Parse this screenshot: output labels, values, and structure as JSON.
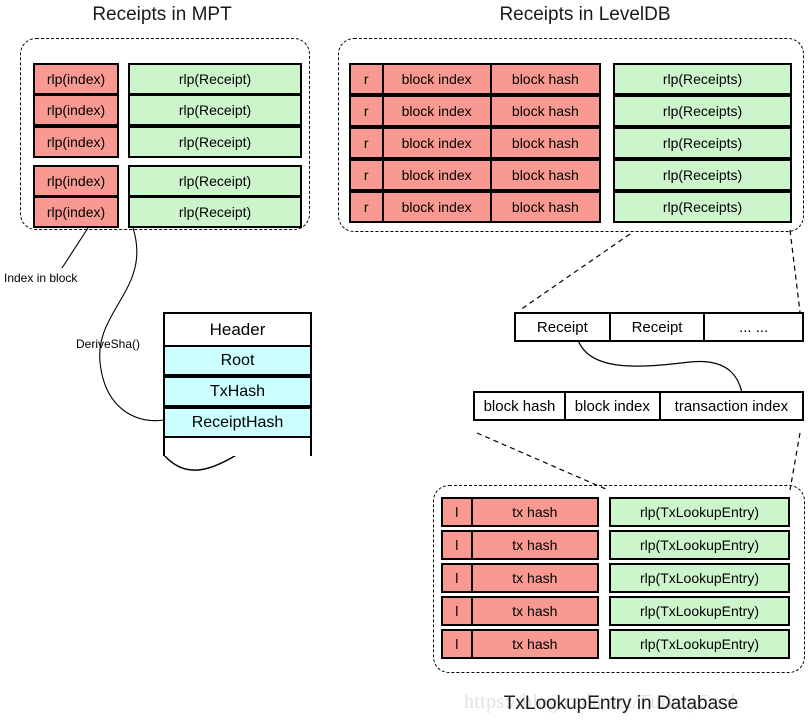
{
  "diagram": {
    "titles": {
      "mpt": "Receipts in MPT",
      "leveldb": "Receipts in LevelDB",
      "txlookup": "TxLookupEntry in Database"
    },
    "watermark": "https://blog.csdn.net/TurkeyCock",
    "mpt_section": {
      "rows": [
        {
          "key": "rlp(index)",
          "value": "rlp(Receipt)"
        },
        {
          "key": "rlp(index)",
          "value": "rlp(Receipt)"
        },
        {
          "key": "rlp(index)",
          "value": "rlp(Receipt)"
        },
        {
          "key": "rlp(index)",
          "value": "rlp(Receipt)"
        },
        {
          "key": "rlp(index)",
          "value": "rlp(Receipt)"
        }
      ],
      "annotations": {
        "index_in_block": "Index in block",
        "derive_sha": "DeriveSha()"
      }
    },
    "leveldb_section": {
      "rows": [
        {
          "prefix": "r",
          "block_index": "block index",
          "block_hash": "block hash",
          "value": "rlp(Receipts)"
        },
        {
          "prefix": "r",
          "block_index": "block index",
          "block_hash": "block hash",
          "value": "rlp(Receipts)"
        },
        {
          "prefix": "r",
          "block_index": "block index",
          "block_hash": "block hash",
          "value": "rlp(Receipts)"
        },
        {
          "prefix": "r",
          "block_index": "block index",
          "block_hash": "block hash",
          "value": "rlp(Receipts)"
        },
        {
          "prefix": "r",
          "block_index": "block index",
          "block_hash": "block hash",
          "value": "rlp(Receipts)"
        }
      ]
    },
    "header_box": {
      "title": "Header",
      "fields": [
        "Root",
        "TxHash",
        "ReceiptHash"
      ]
    },
    "receipts_list": {
      "cells": [
        "Receipt",
        "Receipt",
        "... ..."
      ]
    },
    "txlookup_entry_row": {
      "cells": [
        "block hash",
        "block index",
        "transaction index"
      ]
    },
    "txlookup_section": {
      "rows": [
        {
          "prefix": "l",
          "tx_hash": "tx hash",
          "value": "rlp(TxLookupEntry)"
        },
        {
          "prefix": "l",
          "tx_hash": "tx hash",
          "value": "rlp(TxLookupEntry)"
        },
        {
          "prefix": "l",
          "tx_hash": "tx hash",
          "value": "rlp(TxLookupEntry)"
        },
        {
          "prefix": "l",
          "tx_hash": "tx hash",
          "value": "rlp(TxLookupEntry)"
        },
        {
          "prefix": "l",
          "tx_hash": "tx hash",
          "value": "rlp(TxLookupEntry)"
        }
      ]
    },
    "colors": {
      "key_fill": "#f89a92",
      "value_fill": "#ccf5cc",
      "header_field_fill": "#ccffff",
      "stroke": "#000000",
      "background": "#ffffff"
    }
  }
}
